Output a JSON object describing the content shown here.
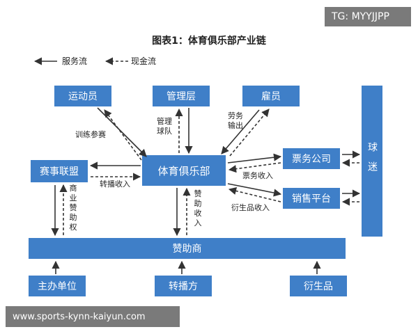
{
  "watermark_top": "TG: MYYJJPP",
  "watermark_bottom": "www.sports-kynn-kaiyun.com",
  "title": "图表1：体育俱乐部产业链",
  "legend": {
    "service": "服务流",
    "cash": "现金流"
  },
  "nodes": {
    "athletes": "运动员",
    "management": "管理层",
    "employees": "雇员",
    "league": "赛事联盟",
    "club": "体育俱乐部",
    "ticketing": "票务公司",
    "sales": "销售平台",
    "fans": "球迷",
    "sponsors": "赞助商",
    "organizer": "主办单位",
    "broadcaster": "转播方",
    "derivatives": "衍生品"
  },
  "edge_labels": {
    "training": "训练参赛",
    "manage_team": "管理球队",
    "labor": "劳务输出",
    "broadcast_income": "转播收入",
    "ticket_income": "票务收入",
    "merch_income": "衍生品收入",
    "commercial_sponsor": "商业赞助权",
    "sponsor_income": "赞助收入"
  },
  "colors": {
    "box": "#3f7fc8",
    "arrow": "#333333"
  }
}
